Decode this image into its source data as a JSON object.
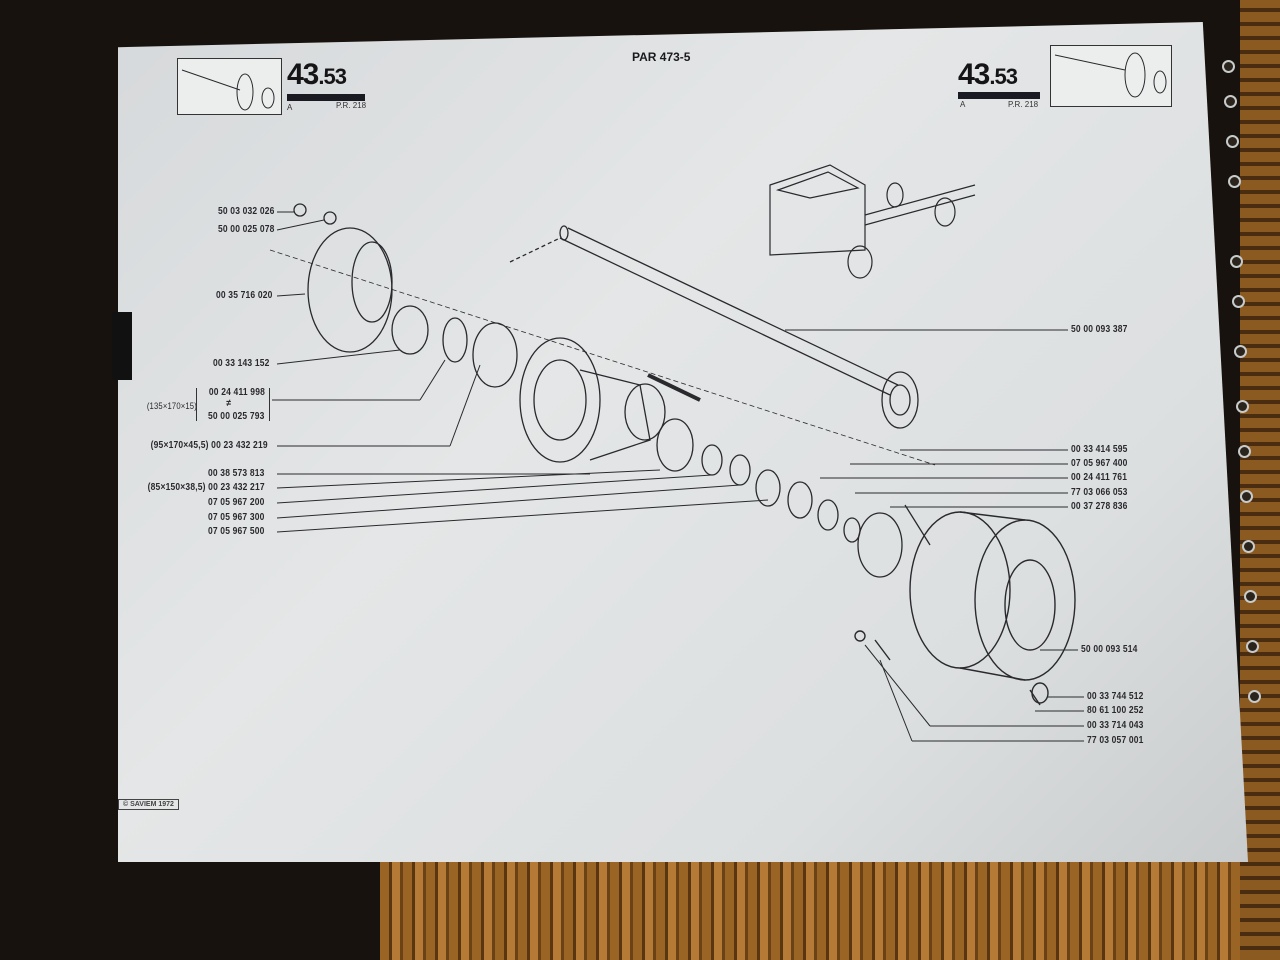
{
  "header": {
    "title": "PAR 473-5",
    "page_left": {
      "major": "43",
      "minor": ".53",
      "letter": "A",
      "ref": "P.R. 218"
    },
    "page_right": {
      "major": "43",
      "minor": ".53",
      "letter": "A",
      "ref": "P.R. 218"
    }
  },
  "left_labels": [
    {
      "part": "50 03 032 026"
    },
    {
      "part": "50 00 025 078"
    },
    {
      "part": "00 35 716 020"
    },
    {
      "part": "00 33 143 152"
    },
    {
      "part": "(95×170×45,5) 00 23 432 219"
    },
    {
      "part": "00 38 573 813"
    },
    {
      "part": "(85×150×38,5) 00 23 432 217"
    },
    {
      "part": "07 05 967 200"
    },
    {
      "part": "07 05 967 300"
    },
    {
      "part": "07 05 967 500"
    }
  ],
  "bracket_group": {
    "dimension": "(135×170×15)",
    "part_a": "00 24 411 998",
    "part_b": "50 00 025 793",
    "symbol": "≠"
  },
  "right_labels": [
    {
      "part": "50 00 093 387"
    },
    {
      "part": "00 33 414 595"
    },
    {
      "part": "07 05 967 400"
    },
    {
      "part": "00 24 411 761"
    },
    {
      "part": "77 03 066 053"
    },
    {
      "part": "00 37 278 836"
    },
    {
      "part": "50 00 093 514"
    },
    {
      "part": "00 33 744 512"
    },
    {
      "part": "80 61 100 252"
    },
    {
      "part": "00 33 714 043"
    },
    {
      "part": "77 03 057 001"
    }
  ],
  "footer": {
    "copyright": "© SAVIEM 1972"
  }
}
